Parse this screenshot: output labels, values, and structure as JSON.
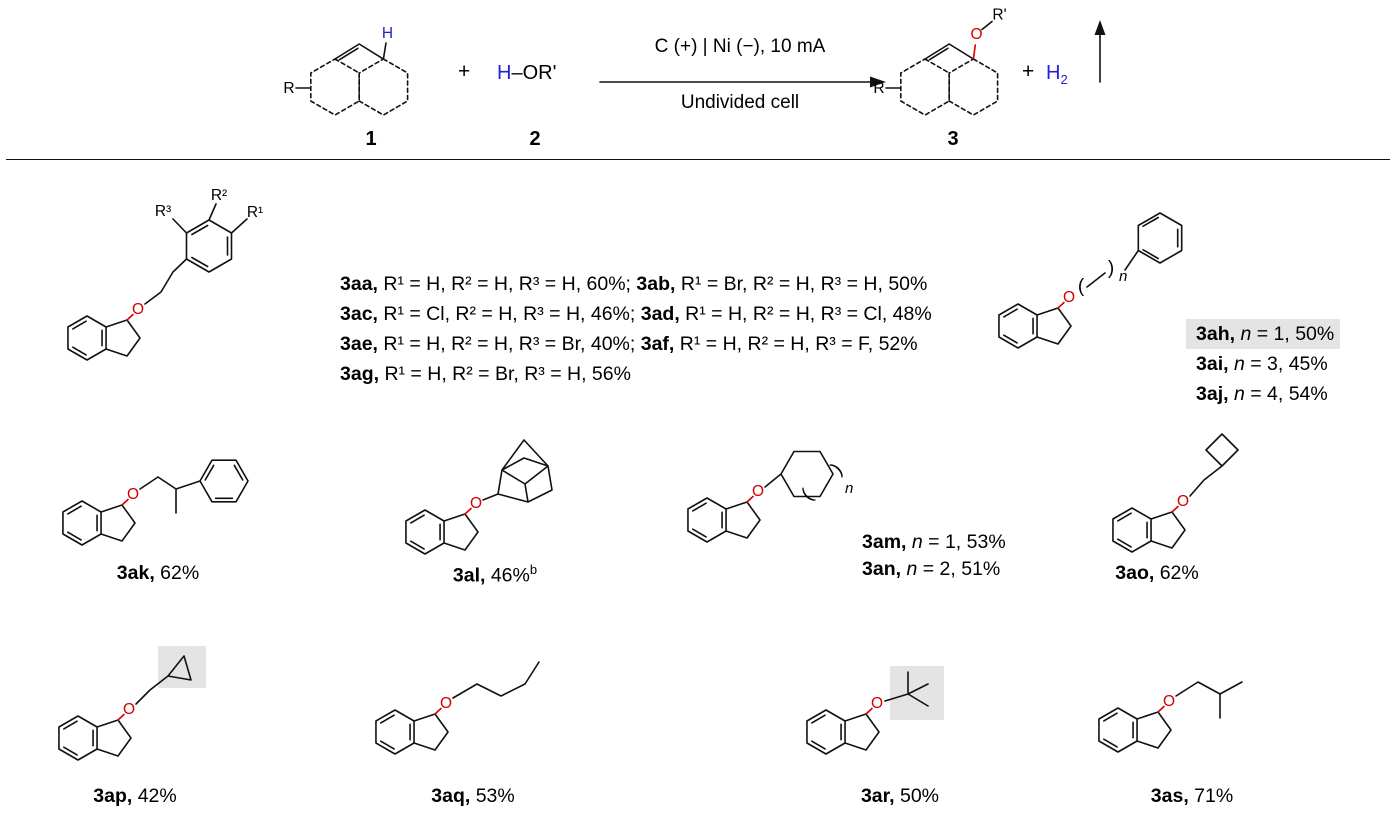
{
  "atoms": {
    "O": "O",
    "n": "n",
    "paren_open": "(",
    "paren_close": ")"
  },
  "scheme": {
    "r_label": "R",
    "h_label": "H",
    "r_prime": "R'",
    "reagent2_h": "H",
    "reagent2_rest": "–OR'",
    "plus": "+",
    "conditions_line1": "C (+) | Ni (−), 10 mA",
    "conditions_line2": "Undivided cell",
    "compound1": "1",
    "compound2": "2",
    "compound3": "3",
    "h2_base": "H",
    "h2_sub": "2"
  },
  "row1": {
    "aryl_labels": {
      "r1": "R¹",
      "r2": "R²",
      "r3": "R³"
    },
    "lines": [
      {
        "code1": "3aa, ",
        "text1": "R¹ = H, R² = H, R³ = H, 60%; ",
        "code2": "3ab, ",
        "text2": "R¹ = Br, R² = H, R³ = H, 50%"
      },
      {
        "code1": "3ac, ",
        "text1": "R¹ = Cl, R² = H, R³ = H, 46%; ",
        "code2": "3ad, ",
        "text2": "R¹ = H, R² = H, R³ = Cl, 48%"
      },
      {
        "code1": "3ae, ",
        "text1": "R¹ = H, R² = H, R³ = Br, 40%; ",
        "code2": "3af, ",
        "text2": "R¹ = H, R² = H, R³ = F, 52%"
      },
      {
        "code1": "3ag, ",
        "text1": "R¹ = H, R² = Br, R³ = H, 56%",
        "code2": "",
        "text2": ""
      }
    ],
    "benzyl_entries": [
      {
        "code": "3ah, ",
        "n": "n",
        "text": " = 1, 50%",
        "highlighted": true
      },
      {
        "code": "3ai, ",
        "n": "n",
        "text": " = 3, 45%",
        "highlighted": false
      },
      {
        "code": "3aj, ",
        "n": "n",
        "text": " = 4, 54%",
        "highlighted": false
      }
    ]
  },
  "entries": {
    "e3ak": {
      "code": "3ak,",
      "text": " 62%"
    },
    "e3al": {
      "code": "3al,",
      "text": " 46%",
      "sup": "b"
    },
    "e3am": {
      "code": "3am, ",
      "n": "n",
      "text": " = 1, 53%"
    },
    "e3an": {
      "code": "3an, ",
      "n": "n",
      "text": " = 2, 51%"
    },
    "e3ao": {
      "code": "3ao,",
      "text": " 62%"
    },
    "e3ap": {
      "code": "3ap,",
      "text": " 42%"
    },
    "e3aq": {
      "code": "3aq,",
      "text": " 53%"
    },
    "e3ar": {
      "code": "3ar,",
      "text": " 50%"
    },
    "e3as": {
      "code": "3as,",
      "text": " 71%"
    }
  },
  "colors": {
    "heteroatom_red": "#d40000",
    "hydrogen_blue": "#2323d4",
    "highlight_gray": "#e4e4e4"
  }
}
